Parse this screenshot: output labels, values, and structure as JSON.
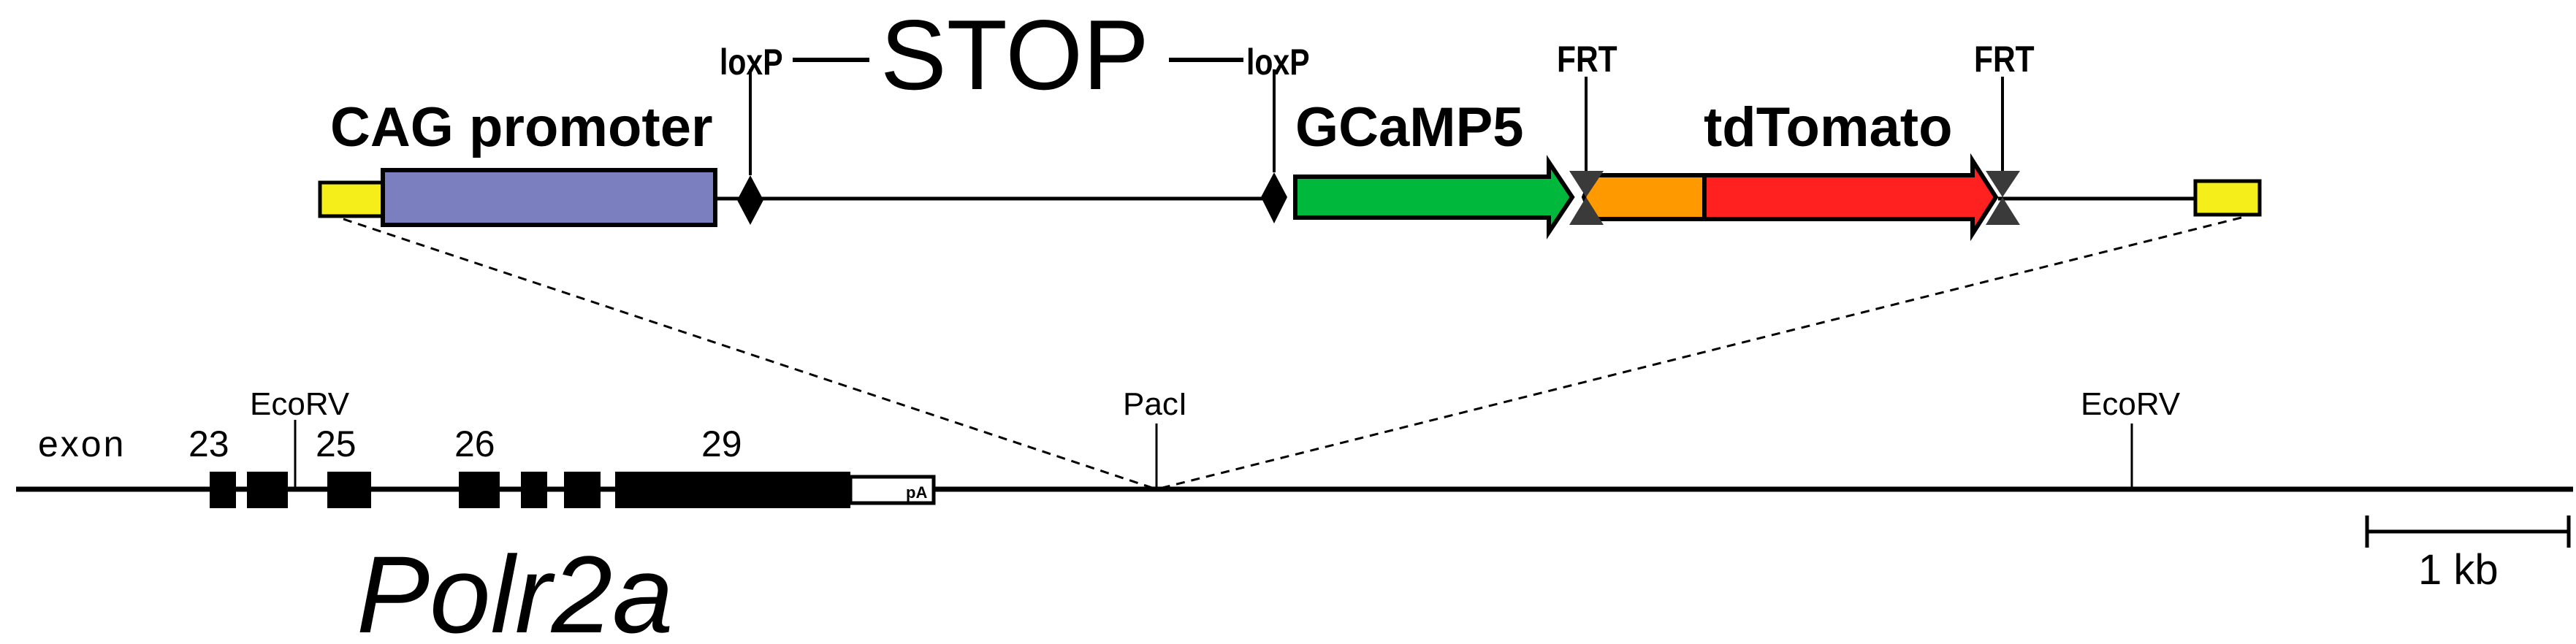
{
  "construct": {
    "stop_label": "STOP",
    "loxp_left": "loxP",
    "loxp_right": "loxP",
    "frt_left": "FRT",
    "frt_right": "FRT",
    "promoter_label": "CAG promoter",
    "gcamp_label": "GCaMP5",
    "tdtomato_label": "tdTomato",
    "colors": {
      "homology_arm": "#f5ee1a",
      "promoter": "#7b7fbf",
      "gcamp": "#00b83c",
      "tdtomato_orange": "#ff9900",
      "tdtomato_red": "#ff2020"
    }
  },
  "locus": {
    "gene_name": "Polr2a",
    "exon_label": "exon",
    "exon_numbers": [
      "23",
      "25",
      "26",
      "29"
    ],
    "polya_label": "pA",
    "sites": {
      "ecorv_left": "EcoRV",
      "paci": "PacI",
      "ecorv_right": "EcoRV"
    },
    "scale_bar_label": "1 kb"
  }
}
